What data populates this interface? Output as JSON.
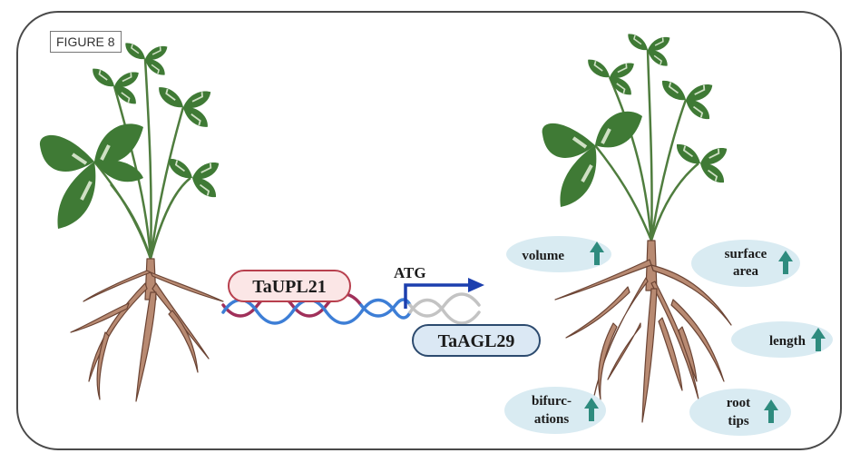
{
  "figure_label": "FIGURE 8",
  "genes": {
    "upstream": "TaUPL21",
    "downstream": "TaAGL29",
    "start_codon": "ATG"
  },
  "traits": {
    "volume": "volume",
    "surface_area_line1": "surface",
    "surface_area_line2": "area",
    "length": "length",
    "bifurcations_line1": "bifurc-",
    "bifurcations_line2": "ations",
    "root_tips_line1": "root",
    "root_tips_line2": "tips"
  },
  "colors": {
    "leaf": "#3f7a35",
    "leaf_mark": "#cfe0c4",
    "stem": "#4f7d3e",
    "root": "#b88a72",
    "root_outline": "#6b4434",
    "dna_blue": "#3d7ed6",
    "dna_red": "#a0305a",
    "dna_grey": "#c3c3c3",
    "arrow_blue": "#1c3fae",
    "upl_fill": "#fbe6e6",
    "upl_border": "#b8404e",
    "agl_fill": "#dbe8f4",
    "agl_border": "#2c4a6e",
    "trait_fill": "#d9ebf2",
    "trait_arrow": "#2e8b7e"
  }
}
